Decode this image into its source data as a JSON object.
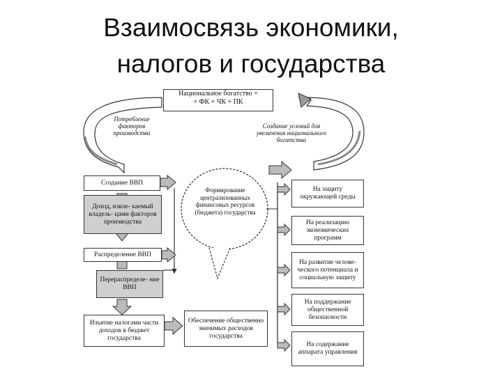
{
  "title": {
    "line1": "Взаимосвязь экономики,",
    "line2": "налогов и государства"
  },
  "top_box": {
    "line1": "Национальное богатство =",
    "line2": "= ФК + ЧК + ПК"
  },
  "left_arc_label": "Потребление факторов производства",
  "right_arc_label": "Создание условий для увеличения национального богатства",
  "left_column": [
    "Создание ВВП",
    "Доход, извле- каемый владель- цами факторов производства",
    "Распределение ВВП",
    "Перераспределе- ние ВВП",
    "Изъятие налогами части доходов в бюджет государства"
  ],
  "cloud_text": "Формирование централизованных финансовых ресурсов (бюджета) государства",
  "center_bottom": "Обеспечение общественно значимых расходов государства",
  "right_column": [
    "На защиту окружающей среды",
    "На реализацию экономических программ",
    "На развитие челове- ческого потенциала и социальную защиту",
    "На поддержание общественной безопасности",
    "На содержание аппарата управления"
  ]
}
